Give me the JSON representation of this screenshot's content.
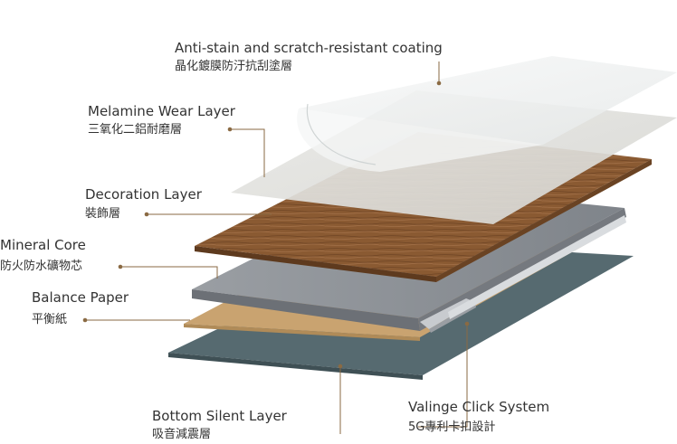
{
  "layers": [
    {
      "id": "coating",
      "en": "Anti-stain and scratch-resistant coating",
      "zh": "晶化鍍膜防汙抗刮塗層"
    },
    {
      "id": "wear",
      "en": "Melamine Wear Layer",
      "zh": "三氧化二鋁耐磨層"
    },
    {
      "id": "decoration",
      "en": "Decoration Layer",
      "zh": "裝飾層"
    },
    {
      "id": "core",
      "en": "Mineral Core",
      "zh": "防火防水礦物芯"
    },
    {
      "id": "balance",
      "en": "Balance Paper",
      "zh": "平衡紙"
    },
    {
      "id": "bottom",
      "en": "Bottom Silent Layer",
      "zh": "吸音減震層"
    },
    {
      "id": "click",
      "en": "Valinge Click System",
      "zh": "5G專利卡扣設計"
    }
  ],
  "colors": {
    "coating": "#f1f3f3",
    "wear": "#e2e2df",
    "decoration": "#8a5a32",
    "core": "#8e9298",
    "balance": "#c9a370",
    "bottom": "#566a70",
    "leader": "#8a6a43",
    "text": "#333333"
  }
}
